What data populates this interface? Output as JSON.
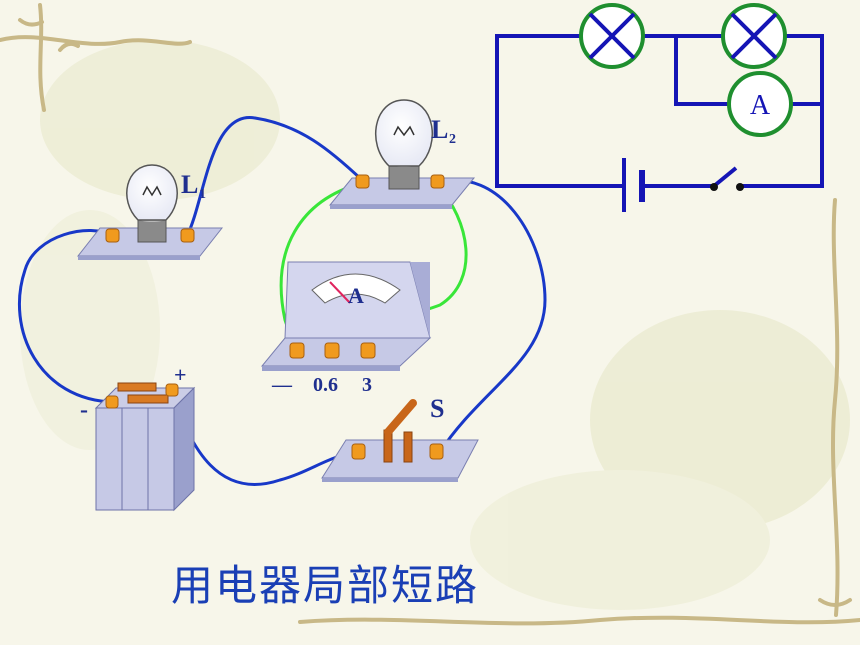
{
  "caption": "用电器局部短路",
  "labels": {
    "lamp1": "L",
    "lamp1_sub": "1",
    "lamp2": "L",
    "lamp2_sub": "2",
    "ammeter_letter": "A",
    "ammeter_terminals": [
      "—",
      "0.6",
      "3"
    ],
    "switch": "S",
    "battery_pos": "+",
    "battery_neg": "-",
    "schematic_ammeter": "A"
  },
  "colors": {
    "wire_blue": "#1838c8",
    "wire_green": "#39e639",
    "schematic_line": "#1515b5",
    "schematic_circle": "#1f8f2f",
    "terminal": "#f09a1e",
    "board": "#c6c9e6",
    "caption": "#1a3fb5"
  }
}
